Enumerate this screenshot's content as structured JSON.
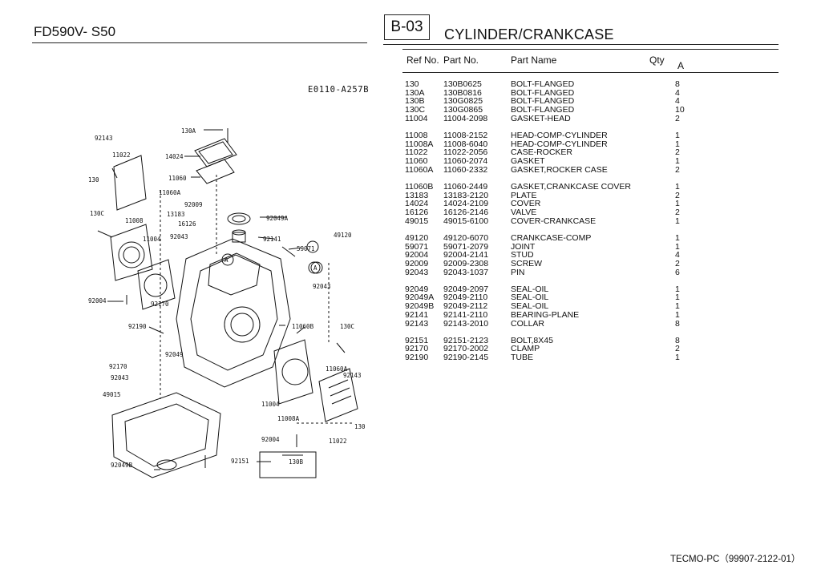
{
  "header": {
    "model": "FD590V- S50",
    "page_id": "B-03",
    "title": "CYLINDER/CRANKCASE"
  },
  "table": {
    "columns": [
      "Ref No.",
      "Part No.",
      "Part Name",
      "Qty",
      "A"
    ],
    "groups": [
      [
        [
          "130",
          "130B0625",
          "BOLT-FLANGED",
          "8"
        ],
        [
          "130A",
          "130B0816",
          "BOLT-FLANGED",
          "4"
        ],
        [
          "130B",
          "130G0825",
          "BOLT-FLANGED",
          "4"
        ],
        [
          "130C",
          "130G0865",
          "BOLT-FLANGED",
          "10"
        ],
        [
          "11004",
          "11004-2098",
          "GASKET-HEAD",
          "2"
        ]
      ],
      [
        [
          "11008",
          "11008-2152",
          "HEAD-COMP-CYLINDER",
          "1"
        ],
        [
          "11008A",
          "11008-6040",
          "HEAD-COMP-CYLINDER",
          "1"
        ],
        [
          "11022",
          "11022-2056",
          "CASE-ROCKER",
          "2"
        ],
        [
          "11060",
          "11060-2074",
          "GASKET",
          "1"
        ],
        [
          "11060A",
          "11060-2332",
          "GASKET,ROCKER CASE",
          "2"
        ]
      ],
      [
        [
          "11060B",
          "11060-2449",
          "GASKET,CRANKCASE COVER",
          "1"
        ],
        [
          "13183",
          "13183-2120",
          "PLATE",
          "2"
        ],
        [
          "14024",
          "14024-2109",
          "COVER",
          "1"
        ],
        [
          "16126",
          "16126-2146",
          "VALVE",
          "2"
        ],
        [
          "49015",
          "49015-6100",
          "COVER-CRANKCASE",
          "1"
        ]
      ],
      [
        [
          "49120",
          "49120-6070",
          "CRANKCASE-COMP",
          "1"
        ],
        [
          "59071",
          "59071-2079",
          "JOINT",
          "1"
        ],
        [
          "92004",
          "92004-2141",
          "STUD",
          "4"
        ],
        [
          "92009",
          "92009-2308",
          "SCREW",
          "2"
        ],
        [
          "92043",
          "92043-1037",
          "PIN",
          "6"
        ]
      ],
      [
        [
          "92049",
          "92049-2097",
          "SEAL-OIL",
          "1"
        ],
        [
          "92049A",
          "92049-2110",
          "SEAL-OIL",
          "1"
        ],
        [
          "92049B",
          "92049-2112",
          "SEAL-OIL",
          "1"
        ],
        [
          "92141",
          "92141-2110",
          "BEARING-PLANE",
          "1"
        ],
        [
          "92143",
          "92143-2010",
          "COLLAR",
          "8"
        ]
      ],
      [
        [
          "92151",
          "92151-2123",
          "BOLT,8X45",
          "8"
        ],
        [
          "92170",
          "92170-2002",
          "CLAMP",
          "2"
        ],
        [
          "92190",
          "92190-2145",
          "TUBE",
          "1"
        ]
      ]
    ]
  },
  "diagram": {
    "code": "E0110-A257B",
    "callouts": [
      "130A",
      "92143",
      "11022",
      "14024",
      "130",
      "11060",
      "11060A",
      "92009",
      "130C",
      "13183",
      "92049A",
      "11008",
      "16126",
      "92043",
      "11004",
      "92141",
      "49120",
      "59071",
      "92004",
      "92043",
      "92170",
      "92190",
      "11060B",
      "130C",
      "92049",
      "92170",
      "11060A",
      "92043",
      "92143",
      "49015",
      "11004",
      "130",
      "11008A",
      "92004",
      "11022",
      "92049B",
      "92151",
      "130B"
    ],
    "markers": [
      "A",
      "A"
    ]
  },
  "footer": {
    "catalog": "TECMO-PC（99907-2122-01）"
  }
}
